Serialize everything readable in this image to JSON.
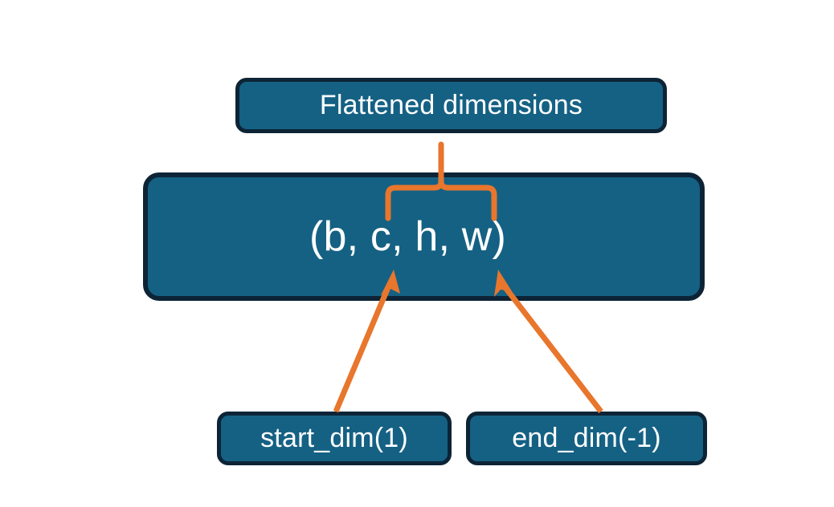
{
  "diagram": {
    "title_box": {
      "label": "Flattened dimensions"
    },
    "shape_box": {
      "label": "(b, c, h, w)"
    },
    "arg_boxes": [
      {
        "label": "start_dim(1)"
      },
      {
        "label": "end_dim(-1)"
      }
    ],
    "connectors": {
      "brace": {
        "name": "curly-brace-up",
        "points_to": "Flattened dimensions"
      },
      "arrows": [
        {
          "name": "arrow-start-dim",
          "from": "start_dim(1)",
          "to": "c"
        },
        {
          "name": "arrow-end-dim",
          "from": "end_dim(-1)",
          "to": "w"
        }
      ]
    },
    "colors": {
      "box_fill": "#156184",
      "box_border": "#0d2436",
      "box_text": "#ffffff",
      "accent": "#e8762c",
      "background": "#ffffff"
    }
  }
}
